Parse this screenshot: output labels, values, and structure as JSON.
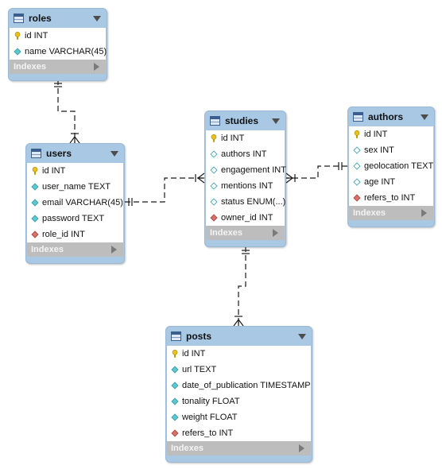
{
  "footer_label": "Indexes",
  "entities": {
    "roles": {
      "name": "roles",
      "columns": [
        {
          "text": "id INT",
          "kind": "pk"
        },
        {
          "text": "name VARCHAR(45)",
          "kind": "col"
        }
      ]
    },
    "users": {
      "name": "users",
      "columns": [
        {
          "text": "id INT",
          "kind": "pk"
        },
        {
          "text": "user_name TEXT",
          "kind": "col"
        },
        {
          "text": "email VARCHAR(45)",
          "kind": "col"
        },
        {
          "text": "password TEXT",
          "kind": "col"
        },
        {
          "text": "role_id INT",
          "kind": "fk"
        }
      ]
    },
    "studies": {
      "name": "studies",
      "columns": [
        {
          "text": "id INT",
          "kind": "pk"
        },
        {
          "text": "authors INT",
          "kind": "nullable"
        },
        {
          "text": "engagement INT",
          "kind": "nullable"
        },
        {
          "text": "mentions INT",
          "kind": "nullable"
        },
        {
          "text": "status ENUM(...)",
          "kind": "nullable"
        },
        {
          "text": "owner_id INT",
          "kind": "fk"
        }
      ]
    },
    "authors": {
      "name": "authors",
      "columns": [
        {
          "text": "id INT",
          "kind": "pk"
        },
        {
          "text": "sex INT",
          "kind": "nullable"
        },
        {
          "text": "geolocation TEXT",
          "kind": "nullable"
        },
        {
          "text": "age INT",
          "kind": "nullable"
        },
        {
          "text": "refers_to INT",
          "kind": "fk"
        }
      ]
    },
    "posts": {
      "name": "posts",
      "columns": [
        {
          "text": "id INT",
          "kind": "pk"
        },
        {
          "text": "url TEXT",
          "kind": "col"
        },
        {
          "text": "date_of_publication TIMESTAMP",
          "kind": "col"
        },
        {
          "text": "tonality FLOAT",
          "kind": "col"
        },
        {
          "text": "weight FLOAT",
          "kind": "col"
        },
        {
          "text": "refers_to INT",
          "kind": "fk"
        }
      ]
    }
  },
  "relationships": [
    {
      "from": "roles",
      "to": "users",
      "one_side": "roles",
      "many_side": "users"
    },
    {
      "from": "users",
      "to": "studies",
      "one_side": "users",
      "many_side": "studies"
    },
    {
      "from": "authors",
      "to": "studies",
      "one_side": "authors",
      "many_side": "studies"
    },
    {
      "from": "studies",
      "to": "posts",
      "one_side": "studies",
      "many_side": "posts"
    }
  ],
  "colors": {
    "header": "#a8c8e4",
    "footer": "#bdbdbd",
    "pk_key": "#e8c21a",
    "column_diamond": "#5ec8d0",
    "fk_diamond": "#d9716b"
  }
}
